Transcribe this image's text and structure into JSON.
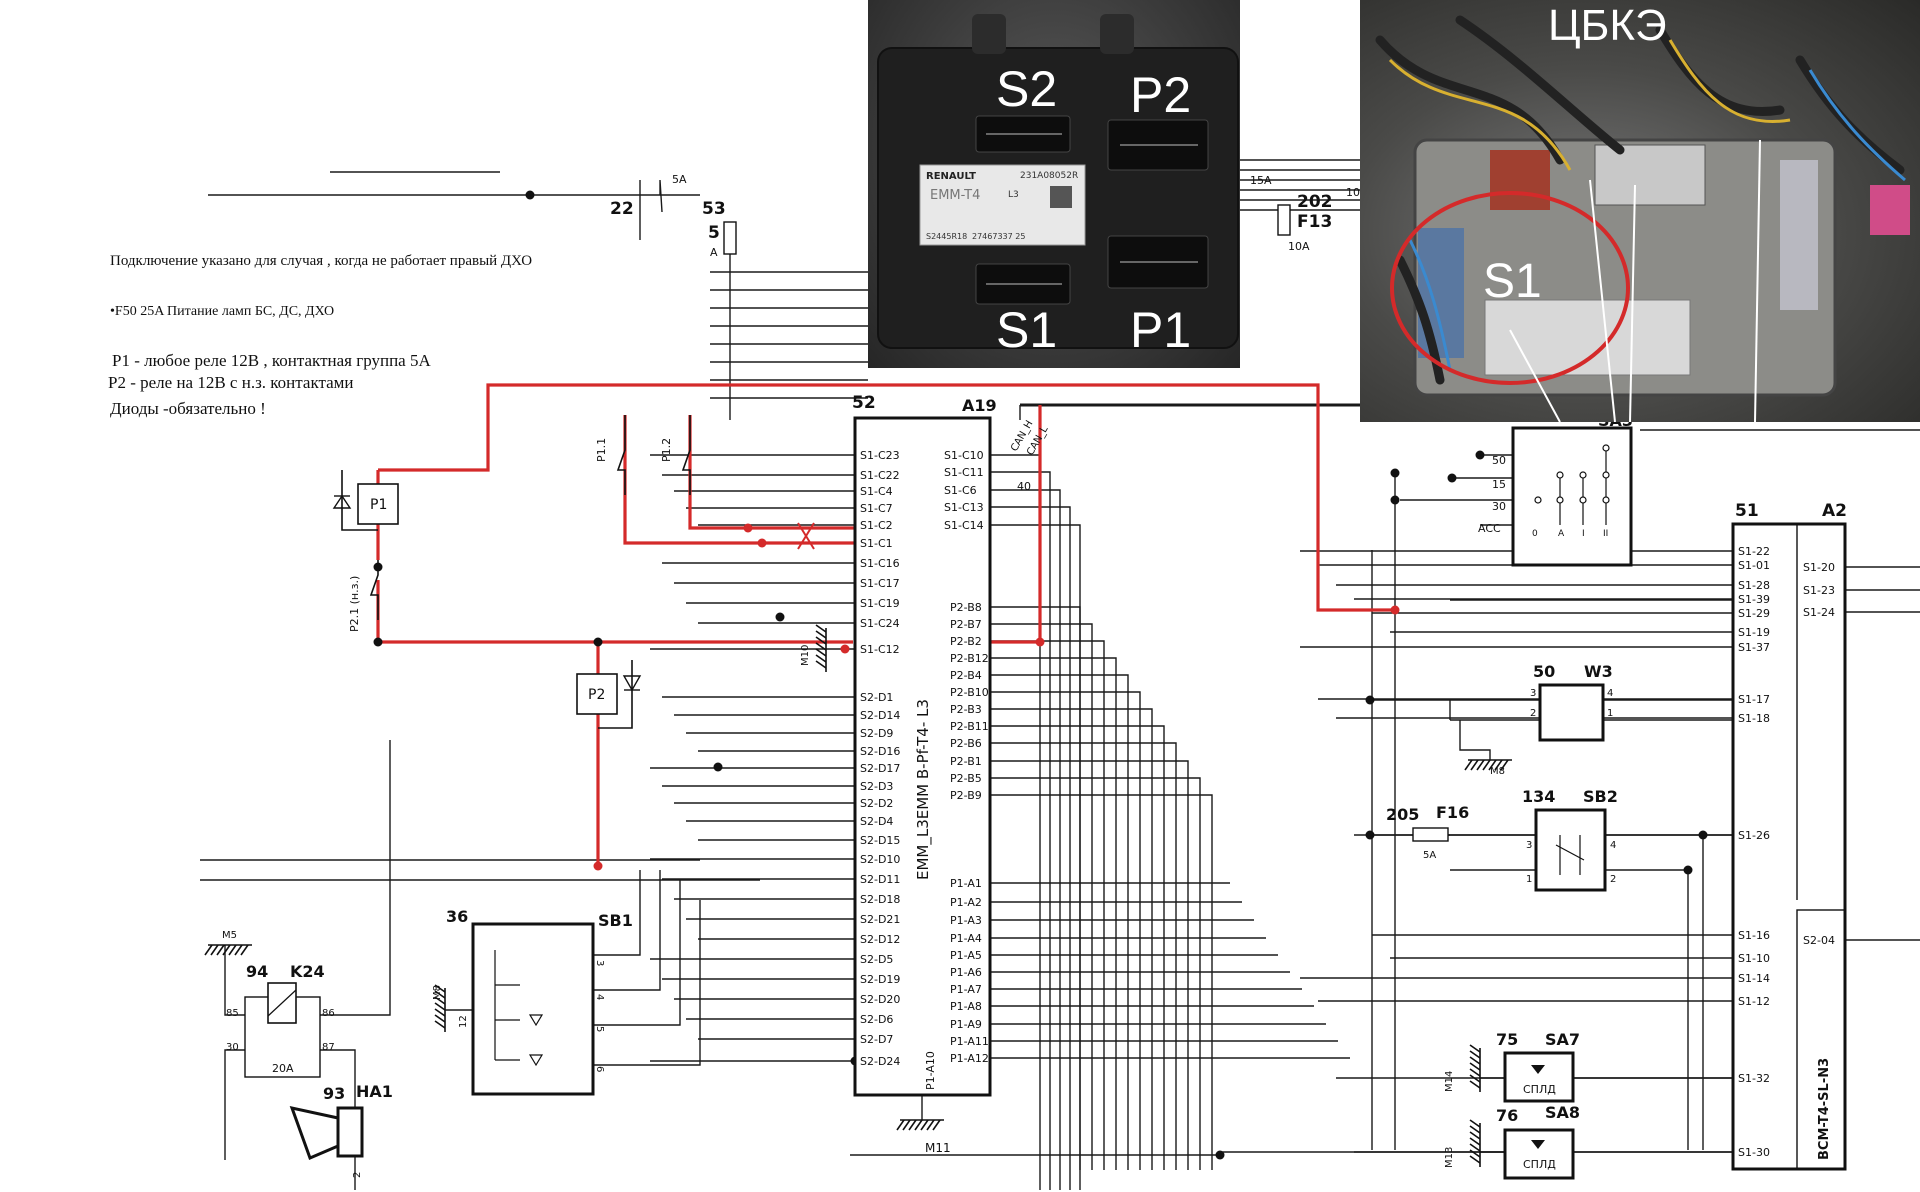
{
  "notes": {
    "connection_note": "Подключение указано для случая , когда не работает правый ДХО",
    "fuse_note": "•F50 25A Питание ламп БС, ДС, ДХО",
    "p1_note": "P1 - любое реле  12В , контактная группа 5А",
    "p2_note": " P2 - реле на 12В с н.з. контактами",
    "diodes_note": "Диоды -обязательно !"
  },
  "photos": {
    "module_photo": {
      "connector_s2": "S2",
      "connector_p2": "P2",
      "connector_s1": "S1",
      "connector_p1": "P1",
      "brand": "RENAULT",
      "model": "EMM-T4",
      "part_number": "231A08052R",
      "variant": "L3",
      "serial": "S2445R18",
      "code": "27467337 25"
    },
    "car_photo": {
      "unit_label": "ЦБКЭ",
      "connector_label": "S1"
    }
  },
  "emm_module": {
    "number": "52",
    "pin_top": "A19",
    "name": "EMM_L3EMM B-Pf-T4- L3",
    "ground": "M11",
    "bottom_pin": "P1-A10",
    "can_h": "CAN_H",
    "can_l": "CAN_L",
    "pin_40": "40",
    "left_pins": [
      "S1-C23",
      "S1-C22",
      "S1-C4",
      "S1-C7",
      "S1-C2",
      "S1-C1",
      "S1-C16",
      "S1-C17",
      "S1-C19",
      "S1-C24",
      "S1-C12",
      "S2-D1",
      "S2-D14",
      "S2-D9",
      "S2-D16",
      "S2-D17",
      "S2-D3",
      "S2-D2",
      "S2-D4",
      "S2-D15",
      "S2-D10",
      "S2-D11",
      "S2-D18",
      "S2-D21",
      "S2-D12",
      "S2-D5",
      "S2-D19",
      "S2-D20",
      "S2-D6",
      "S2-D7",
      "S2-D24"
    ],
    "right_pins_top": [
      "S1-C10",
      "S1-C11",
      "S1-C6",
      "S1-C13",
      "S1-C14"
    ],
    "right_pins_p2": [
      "P2-B8",
      "P2-B7",
      "P2-B2",
      "P2-B12",
      "P2-B4",
      "P2-B10",
      "P2-B3",
      "P2-B11",
      "P2-B6",
      "P2-B1",
      "P2-B5",
      "P2-B9"
    ],
    "right_pins_p1": [
      "P1-A1",
      "P1-A2",
      "P1-A3",
      "P1-A4",
      "P1-A5",
      "P1-A6",
      "P1-A7",
      "P1-A8",
      "P1-A9",
      "P1-A11",
      "P1-A12"
    ]
  },
  "bcm_module": {
    "number": "51",
    "id": "A2",
    "name": "BCM-T4-SL-N3",
    "left_pins": [
      "S1-22",
      "S1-01",
      "S1-28",
      "S1-39",
      "S1-29",
      "S1-19",
      "S1-37",
      "S1-17",
      "S1-18",
      "S1-26",
      "S1-16",
      "S1-10",
      "S1-14",
      "S1-12",
      "S1-32",
      "S1-30"
    ],
    "right_pins": [
      "S1-20",
      "S1-23",
      "S1-24",
      "S2-04"
    ]
  },
  "components": {
    "relay_p1": "P1",
    "relay_p2": "P2",
    "contact_p11": "P1.1",
    "contact_p12": "P1.2",
    "contact_p21": "P2.1 (н.з.)",
    "ground_m10": "M10",
    "fuse_f13": {
      "number": "202",
      "id": "F13",
      "rating": "10A"
    },
    "fuse_5a_top": {
      "number": "22",
      "rating": "5A"
    },
    "fuse_53": {
      "number": "53",
      "pin": "5",
      "unit": "A"
    },
    "fuse_15a": "15A",
    "fuse_10": "10",
    "ignition_sa3": {
      "id": "SA3",
      "pins": [
        "50",
        "15",
        "30",
        "ACC"
      ],
      "positions": [
        "0",
        "A",
        "I",
        "II"
      ]
    },
    "w3": {
      "number": "50",
      "id": "W3",
      "pins": [
        "3",
        "2",
        "4",
        "1"
      ],
      "ground": "M8"
    },
    "fuse_f16": {
      "number": "205",
      "id": "F16",
      "rating": "5A"
    },
    "sb2": {
      "number": "134",
      "id": "SB2",
      "pins": [
        "3",
        "1",
        "4",
        "2"
      ]
    },
    "sa7": {
      "number": "75",
      "id": "SA7",
      "text": "СПЛД",
      "ground": "M14"
    },
    "sa8": {
      "number": "76",
      "id": "SA8",
      "text": "СПЛД",
      "ground": "M13"
    },
    "sb1": {
      "number": "36",
      "id": "SB1",
      "pins": [
        "3",
        "4",
        "5",
        "6"
      ],
      "left_pin": "12",
      "ground": "M8"
    },
    "k24": {
      "number": "94",
      "id": "K24",
      "pins": [
        "85",
        "86",
        "30",
        "87"
      ],
      "fuse": "20A",
      "ground": "M5"
    },
    "ha1": {
      "number": "93",
      "id": "HA1",
      "pin": "2"
    }
  },
  "colors": {
    "wire": "#1a1a1a",
    "highlight": "#d42a2a",
    "photo_text": "#ffffff",
    "circle": "#d42a2a"
  }
}
